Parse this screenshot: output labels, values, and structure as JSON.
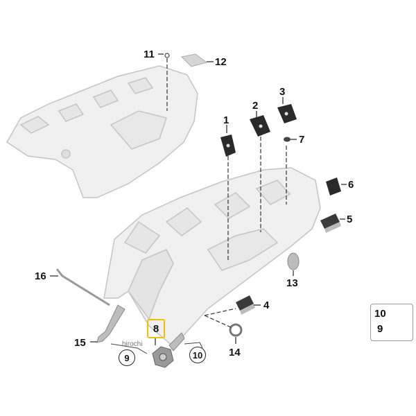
{
  "diagram": {
    "callouts": {
      "c1": "1",
      "c2": "2",
      "c3": "3",
      "c4": "4",
      "c5": "5",
      "c6": "6",
      "c7": "7",
      "c11": "11",
      "c12": "12",
      "c13": "13",
      "c14": "14",
      "c15": "15",
      "c16": "16"
    },
    "circled": {
      "c9": "9",
      "c10": "10"
    },
    "highlighted": {
      "c8": "8"
    },
    "inset": {
      "top": "10",
      "bottom": "9"
    },
    "watermark": "hirochi",
    "colors": {
      "highlight": "#f3c000",
      "part_fill": "#eeeeee",
      "part_stroke": "#b8b8b8",
      "dark_part": "#2a2a2a"
    }
  }
}
